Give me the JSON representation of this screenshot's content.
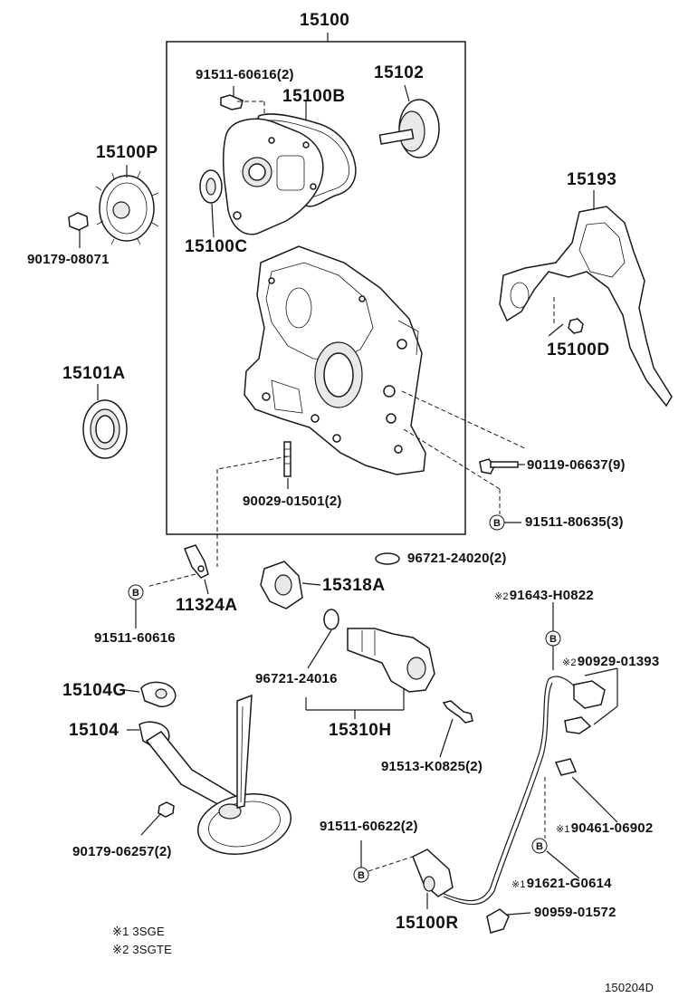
{
  "diagram": {
    "group_label": "15100",
    "labels": {
      "p15100": "15100",
      "p91511_60616_2": "91511-60616(2)",
      "p15102": "15102",
      "p15100B": "15100B",
      "p15100P": "15100P",
      "p90179_08071": "90179-08071",
      "p15100C": "15100C",
      "p15193": "15193",
      "p15100D": "15100D",
      "p15101A": "15101A",
      "p90119_06637": "90119-06637(9)",
      "p90029_01501": "90029-01501(2)",
      "p91511_80635": "91511-80635(3)",
      "p96721_24020": "96721-24020(2)",
      "p11324A": "11324A",
      "p15318A": "15318A",
      "p91643_H0822": "91643-H0822",
      "p91511_60616": "91511-60616",
      "p90929_01393": "90929-01393",
      "p96721_24016": "96721-24016",
      "p15104G": "15104G",
      "p15104": "15104",
      "p15310H": "15310H",
      "p91513_K0825": "91513-K0825(2)",
      "p90461_06902": "90461-06902",
      "p90179_06257": "90179-06257(2)",
      "p91511_60622": "91511-60622(2)",
      "p91621_G0614": "91621-G0614",
      "p15100R": "15100R",
      "p90959_01572": "90959-01572"
    },
    "marks": {
      "m1": "※1",
      "m2": "※2",
      "circle_b": "B"
    },
    "footnotes": {
      "note1": "※1 3SGE",
      "note2": "※2 3SGTE"
    },
    "figure_number": "150204D"
  }
}
